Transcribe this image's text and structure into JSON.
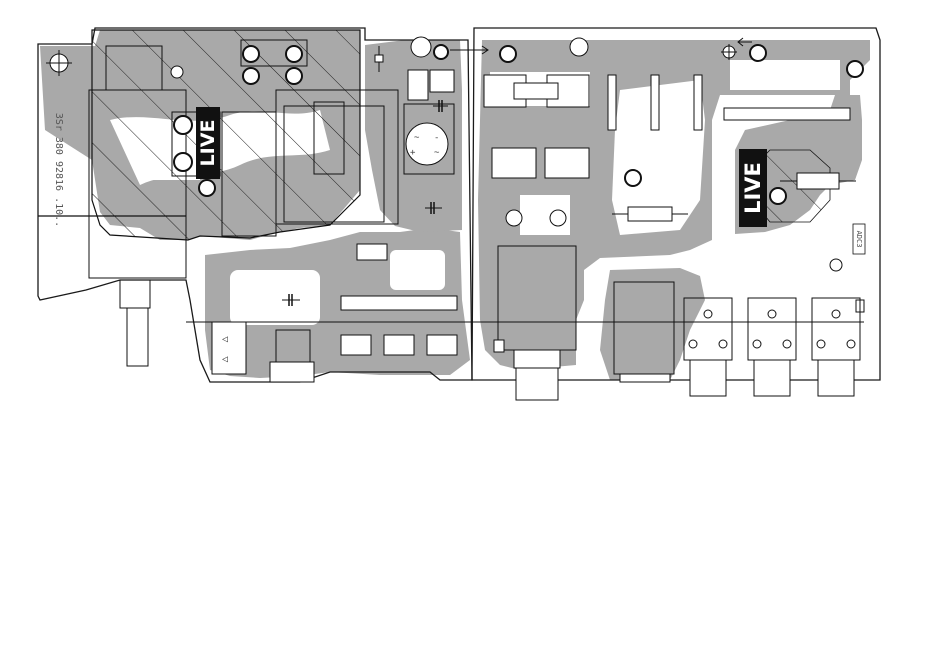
{
  "diagram": {
    "labels": {
      "live_left": "LIVE",
      "live_right": "LIVE",
      "part_number": "3Sr 380 92816 .10..",
      "board_code": "ADC3"
    }
  },
  "colors": {
    "copper": "#a9a9a9",
    "outline": "#1a1a1a",
    "pad": "#ffffff",
    "label_bg": "#111111"
  }
}
